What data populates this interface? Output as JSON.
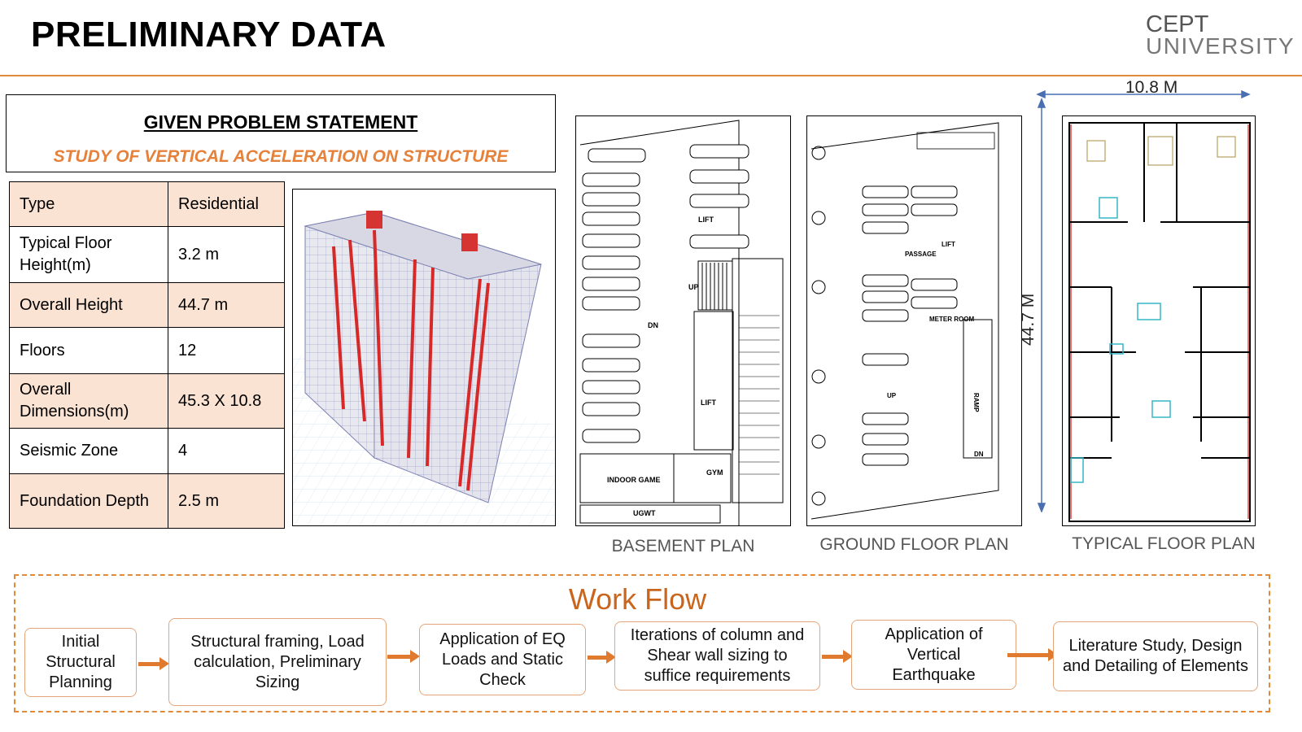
{
  "header": {
    "title": "PRELIMINARY DATA",
    "logo_line1": "CEPT",
    "logo_line2": "UNIVERSITY"
  },
  "problem": {
    "heading": "GIVEN PROBLEM STATEMENT",
    "statement": "STUDY OF VERTICAL ACCELERATION ON STRUCTURE"
  },
  "parameters": [
    {
      "label": "Type",
      "value": "Residential"
    },
    {
      "label": "Typical Floor Height(m)",
      "value": "3.2  m"
    },
    {
      "label": "Overall Height",
      "value": "44.7 m"
    },
    {
      "label": "Floors",
      "value": "12"
    },
    {
      "label": "Overall Dimensions(m)",
      "value": "45.3 X 10.8"
    },
    {
      "label": "Seismic Zone",
      "value": "4"
    },
    {
      "label": "Foundation Depth",
      "value": "2.5 m"
    }
  ],
  "plans": {
    "basement_caption": "BASEMENT PLAN",
    "ground_caption": "GROUND FLOOR PLAN",
    "typical_caption": "TYPICAL FLOOR PLAN",
    "width_dim": "10.8 M",
    "height_dim": "44.7 M",
    "basement_labels": {
      "lift1": "LIFT",
      "up": "UP",
      "dn": "DN",
      "lift2": "LIFT",
      "indoor": "INDOOR GAME",
      "gym": "GYM",
      "ugwt": "UGWT"
    },
    "ground_labels": {
      "meter": "METER ROOM",
      "passage": "PASSAGE",
      "lift": "LIFT",
      "ramp": "RAMP",
      "dn": "DN",
      "up": "UP"
    }
  },
  "workflow": {
    "title": "Work Flow",
    "steps": [
      "Initial Structural Planning",
      "Structural framing, Load calculation, Preliminary Sizing",
      "Application of EQ Loads and Static Check",
      "Iterations of column and Shear wall sizing to suffice requirements",
      "Application of Vertical Earthquake",
      "Literature Study, Design and Detailing of Elements"
    ]
  },
  "colors": {
    "accent": "#e08a3a",
    "table_shade": "#fbe3d4",
    "shear_wall": "#d62a2a"
  }
}
